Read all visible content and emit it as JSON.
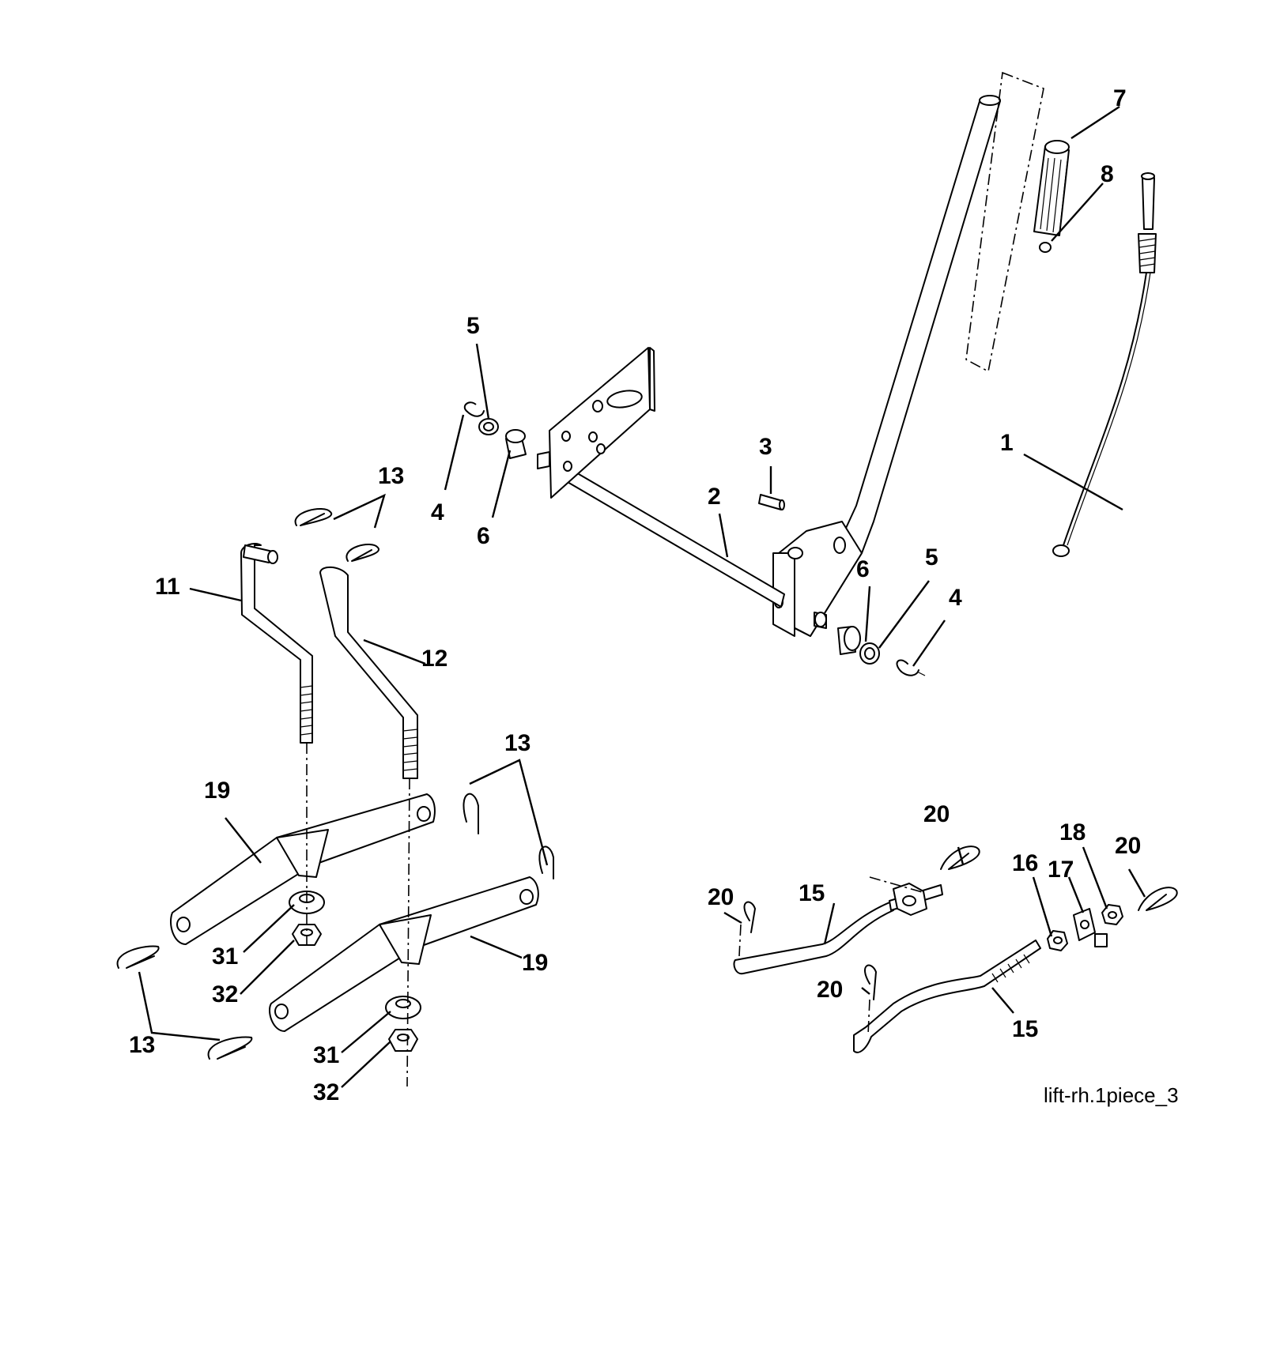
{
  "drawing": {
    "caption": "lift-rh.1piece_3"
  },
  "callouts": {
    "c1": "1",
    "c2": "2",
    "c3": "3",
    "c4a": "4",
    "c4b": "4",
    "c5a": "5",
    "c5b": "5",
    "c6a": "6",
    "c6b": "6",
    "c7": "7",
    "c8": "8",
    "c11": "11",
    "c12": "12",
    "c13a": "13",
    "c13b": "13",
    "c13c": "13",
    "c15a": "15",
    "c15b": "15",
    "c16": "16",
    "c17": "17",
    "c18": "18",
    "c19a": "19",
    "c19b": "19",
    "c20a": "20",
    "c20b": "20",
    "c20c": "20",
    "c20d": "20",
    "c31a": "31",
    "c31b": "31",
    "c32a": "32",
    "c32b": "32"
  }
}
